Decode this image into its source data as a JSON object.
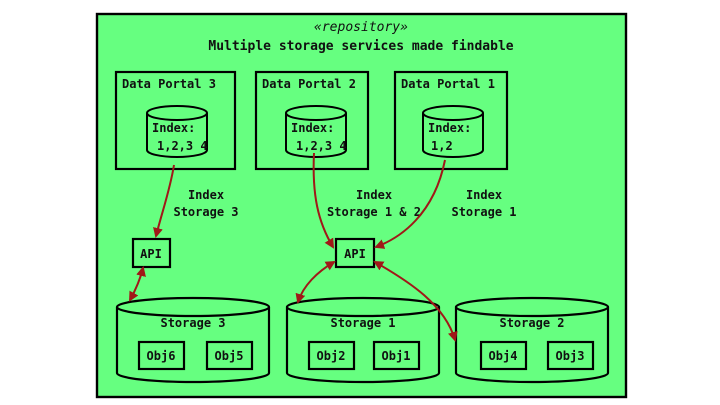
{
  "repository": {
    "stereotype": "«repository»",
    "title": "Multiple storage services made findable",
    "fill": "#66ff80"
  },
  "portals": [
    {
      "label": "Data Portal 3",
      "index_label": "Index:",
      "index_value": "1,2,3 4"
    },
    {
      "label": "Data Portal 2",
      "index_label": "Index:",
      "index_value": "1,2,3 4"
    },
    {
      "label": "Data Portal 1",
      "index_label": "Index:",
      "index_value": "1,2"
    }
  ],
  "edge_labels": {
    "left": [
      "Index",
      "Storage 3"
    ],
    "middle": [
      "Index",
      "Storage 1 & 2"
    ],
    "right": [
      "Index",
      "Storage 1"
    ]
  },
  "apis": [
    {
      "label": "API"
    },
    {
      "label": "API"
    }
  ],
  "storages": [
    {
      "label": "Storage 3",
      "objects": [
        "Obj6",
        "Obj5"
      ]
    },
    {
      "label": "Storage 1",
      "objects": [
        "Obj2",
        "Obj1"
      ]
    },
    {
      "label": "Storage 2",
      "objects": [
        "Obj4",
        "Obj3"
      ]
    }
  ],
  "colors": {
    "edge": "#a01818",
    "background": "#66ff80"
  }
}
